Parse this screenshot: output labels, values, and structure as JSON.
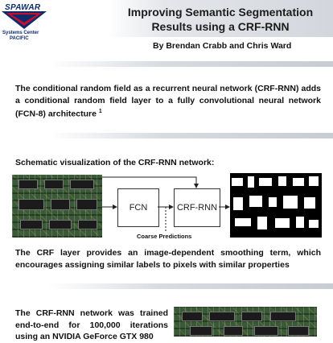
{
  "header": {
    "logo": {
      "wordmark": "SPAWAR",
      "line1": "Systems Center",
      "line2": "PACIFIC",
      "colors": {
        "navy": "#0d2b6b",
        "red": "#c8102e"
      }
    },
    "title_line1": "Improving Semantic Segmentation",
    "title_line2": "Results using a CRF-RNN",
    "authors": "By Brendan Crabb and Chris Ward"
  },
  "intro": {
    "text": "The conditional random field as a recurrent neural network (CRF-RNN) adds a conditional random field layer to a fully convolutional neural network (FCN-8) architecture",
    "footnote": "1"
  },
  "schematic": {
    "heading": "Schematic visualization of the CRF-RNN network:",
    "fcn_label": "FCN",
    "crf_label": "CRF-RNN",
    "coarse_label": "Coarse Predictions"
  },
  "crf_description": "The CRF layer provides an image-dependent smoothing term, which encourages assigning similar labels to pixels with similar properties",
  "training": {
    "text": "The CRF-RNN network was trained end-to-end for 100,000 iterations using an NVIDIA GeForce GTX 980"
  }
}
